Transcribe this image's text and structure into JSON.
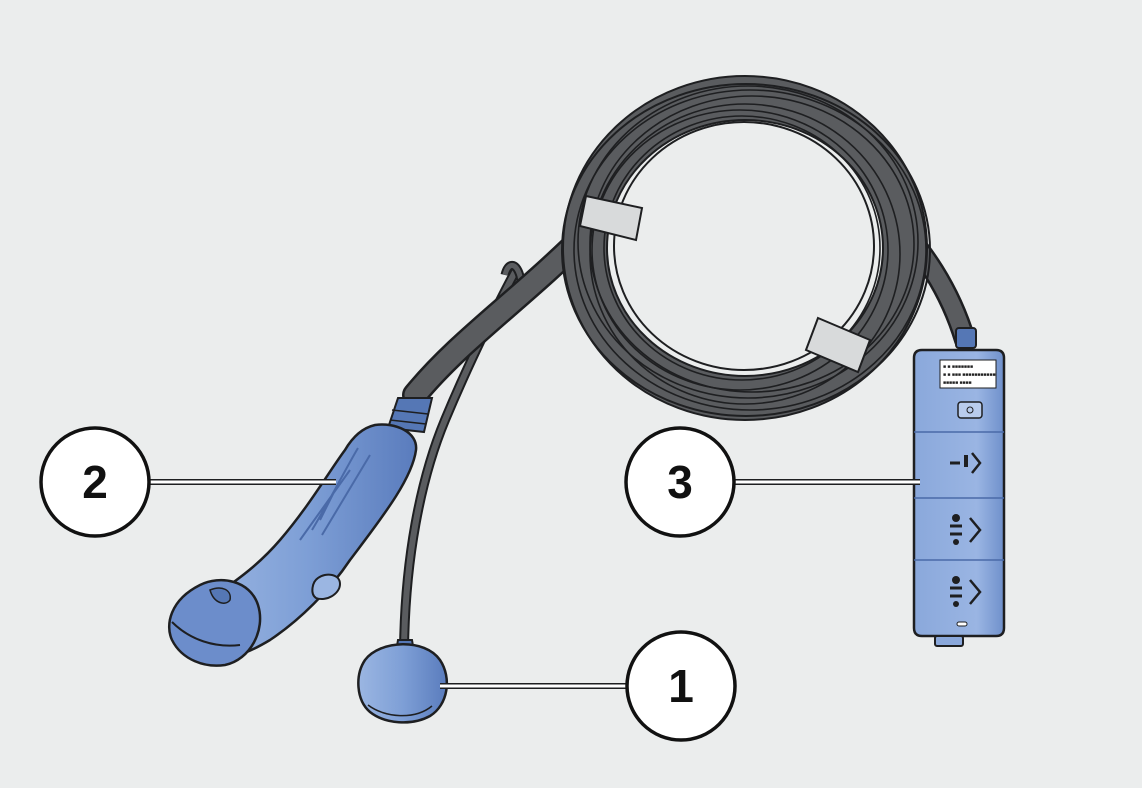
{
  "callouts": [
    {
      "id": "1",
      "text": "1"
    },
    {
      "id": "2",
      "text": "2"
    },
    {
      "id": "3",
      "text": "3"
    }
  ],
  "control_box_label": [
    "■ ■ ■■■■■■■",
    "■ ■ ■■■ ■■■■■■■■■■■",
    "■■■■■ ■■■■"
  ],
  "colors": {
    "background": "#ebeded",
    "cable": "#5a5c5f",
    "cable_outline": "#1e1f21",
    "plug_blue": "#7e9fd6",
    "plug_blue_dark": "#5577b5",
    "strap": "#d8dadb",
    "leader": "#ffffff"
  },
  "icons": [
    "wall-plug-icon",
    "ev-connector-icon",
    "control-box-icon"
  ]
}
